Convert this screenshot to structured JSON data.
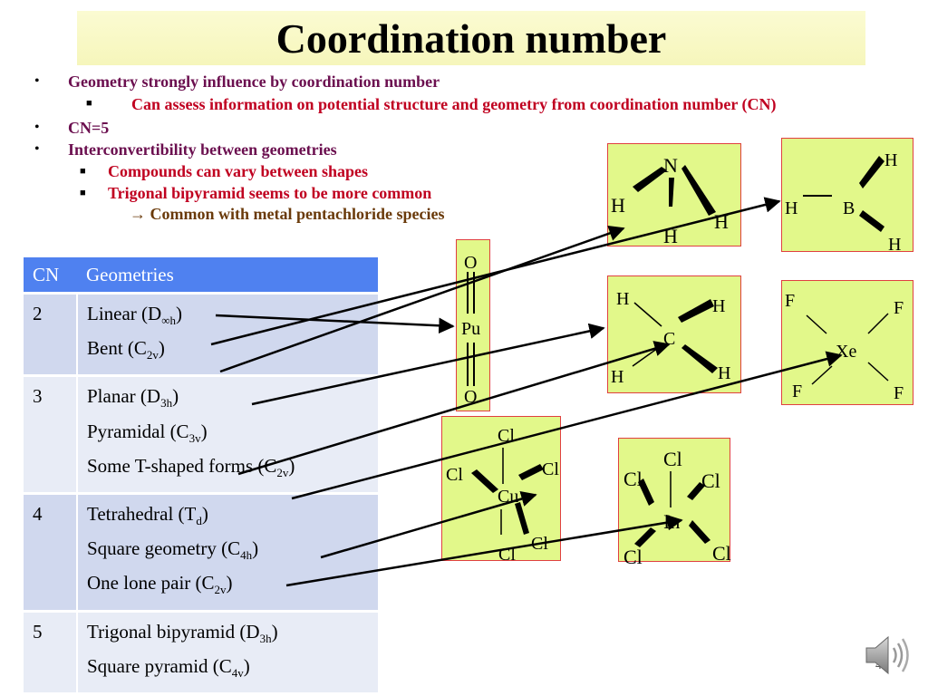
{
  "title": "Coordination number",
  "bullets": [
    {
      "text": "Geometry strongly influence by coordination number"
    },
    {
      "text": "Can assess information on potential structure and geometry from coordination number (CN)"
    },
    {
      "text": "CN=5"
    },
    {
      "text": "Interconvertibility between geometries"
    },
    {
      "text": "Compounds can vary between shapes"
    },
    {
      "text": "Trigonal bipyramid seems to be more common"
    },
    {
      "text": "→ Common with metal pentachloride species"
    }
  ],
  "table": {
    "headers": [
      "CN",
      "Geometries"
    ],
    "rows": [
      {
        "cn": "2",
        "geoms": [
          {
            "name": "Linear (D",
            "sub": "∞h",
            "close": ")"
          },
          {
            "name": "Bent (C",
            "sub": "2v",
            "close": ")"
          }
        ]
      },
      {
        "cn": "3",
        "geoms": [
          {
            "name": "Planar (D",
            "sub": "3h",
            "close": ")"
          },
          {
            "name": "Pyramidal (C",
            "sub": "3v",
            "close": ")"
          },
          {
            "name": "Some T-shaped forms (C",
            "sub": "2v",
            "close": ")"
          }
        ]
      },
      {
        "cn": "4",
        "geoms": [
          {
            "name": "Tetrahedral (T",
            "sub": "d",
            "close": ")"
          },
          {
            "name": "Square geometry (C",
            "sub": "4h",
            "close": ")"
          },
          {
            "name": "One lone pair (C",
            "sub": "2v",
            "close": ")"
          }
        ]
      },
      {
        "cn": "5",
        "geoms": [
          {
            "name": "Trigonal bipyramid (D",
            "sub": "3h",
            "close": ")"
          },
          {
            "name": "Square pyramid (C",
            "sub": "4v",
            "close": ")"
          }
        ]
      }
    ]
  },
  "structures": {
    "pu": {
      "o1": "O",
      "m": "Pu",
      "o2": "O"
    },
    "nh3": {
      "n": "N",
      "h1": "H",
      "h2": "H",
      "h3": "H"
    },
    "bh3": {
      "h1": "H",
      "b": "B",
      "h2": "H",
      "h3": "H"
    },
    "ch4": {
      "h1": "H",
      "h2": "H",
      "c": "C",
      "h3": "H",
      "h4": "H"
    },
    "xef4": {
      "f1": "F",
      "f2": "F",
      "xe": "Xe",
      "f3": "F",
      "f4": "F"
    },
    "cucl5": {
      "cl1": "Cl",
      "cl2": "Cl",
      "cl3": "Cl",
      "cu": "Cu",
      "cl4": "Cl",
      "cl5": "Cl"
    },
    "incl5": {
      "cl1": "Cl",
      "cl2": "Cl",
      "cl3": "Cl",
      "in": "In",
      "cl4": "Cl",
      "cl5": "Cl"
    }
  },
  "page_number": "48",
  "colors": {
    "title_band": "#f6f6bb",
    "table_header": "#4f81f0",
    "box_fill": "#e2f88a",
    "box_border": "#e04040",
    "purple_text": "#6b0f4f",
    "red_text": "#c00020",
    "brown_text": "#6a3a0a"
  },
  "icons": {
    "audio": "speaker-icon"
  }
}
